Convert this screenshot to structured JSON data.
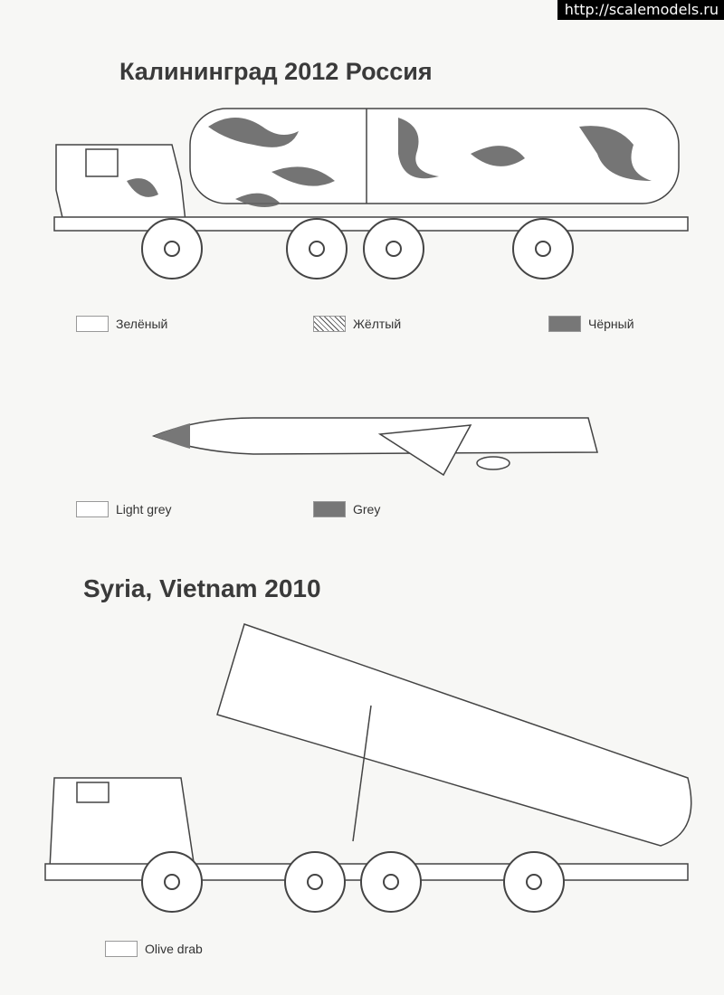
{
  "watermark": "http://scalemodels.ru",
  "section1": {
    "title": "Калининград 2012 Россия",
    "legend": [
      "Зелёный",
      "Жёлтый",
      "Чёрный"
    ]
  },
  "missile": {
    "legend": [
      "Light grey",
      "Grey"
    ]
  },
  "section2": {
    "title": "Syria, Vietnam 2010",
    "legend": [
      "Olive drab"
    ]
  },
  "colors": {
    "green": "#ffffff",
    "yellow": "hatched",
    "black": "#777777",
    "light_grey": "#ffffff",
    "grey": "#777777",
    "olive_drab": "#ffffff"
  }
}
